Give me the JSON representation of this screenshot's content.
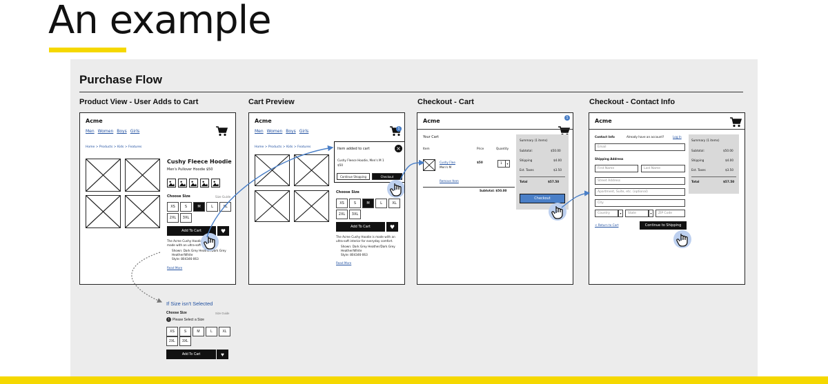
{
  "slide": {
    "title": "An example"
  },
  "flow": {
    "title": "Purchase Flow"
  },
  "colors": {
    "accent_yellow": "#f5d800",
    "link_blue": "#1f4fa0",
    "annotation_blue": "#4a7fc7",
    "canvas_gray": "#ececec",
    "summary_gray": "#d9d9d9"
  },
  "icons": [
    "cart-icon",
    "heart-icon",
    "image-placeholder-icon",
    "pointer-hand-icon",
    "close-icon",
    "warning-icon",
    "dropdown-arrow-icon"
  ],
  "steps": [
    {
      "title": "Product View - User Adds to Cart"
    },
    {
      "title": "Cart Preview"
    },
    {
      "title": "Checkout - Cart"
    },
    {
      "title": "Checkout - Contact Info"
    }
  ],
  "common": {
    "brand": "Acme",
    "nav": [
      "Men",
      "Women",
      "Boys",
      "Girls"
    ],
    "breadcrumb": "Home > Products > Kids > Features"
  },
  "product": {
    "name": "Cushy Fleece Hoodie",
    "subtitle": "Men's Pullover Hoodie  $50",
    "choose_size": "Choose Size",
    "size_guide": "Size Guide",
    "sizes_row1": [
      "XS",
      "S",
      "M",
      "L",
      "XL"
    ],
    "sizes_row2": [
      "2XL",
      "3XL"
    ],
    "selected_size": "M",
    "add_to_cart": "Add To Cart",
    "description_short": "The Acme Cushy Hoodie is made with an ultra-soft interior for everyday comfort.",
    "bullets": [
      "Shown: Dark Grey Heather/Dark Grey Heather/White",
      "Style: 804346-063"
    ],
    "read_more": "Read More"
  },
  "cart_preview": {
    "popup_title": "Item added to cart",
    "item": "Cushy Fleece Hoodie, Men's M   1",
    "price": "$50",
    "continue": "Continue Shopping",
    "checkout": "Checkout",
    "badge": "1"
  },
  "checkout_cart": {
    "your_cart": "Your Cart",
    "headers": {
      "item": "Item",
      "price": "Price",
      "quantity": "Quantity"
    },
    "item_name": "Cushy Flee",
    "item_sub": "Men's M",
    "item_price": "$50",
    "qty": "1",
    "remove": "Remove Item",
    "subtotal_line": "Subtotal: $50.00",
    "summary": {
      "title": "Summary (1 items)",
      "rows": [
        {
          "label": "Subtotal:",
          "value": "$50.00"
        },
        {
          "label": "Shipping",
          "value": "$4.00"
        },
        {
          "label": "Est. Taxes",
          "value": "$3.50"
        }
      ],
      "total_label": "Total",
      "total_value": "$57.50",
      "checkout": "Checkout"
    }
  },
  "contact_info": {
    "section": "Contact Info",
    "account_prompt": "Already have an account?",
    "login": "Log In",
    "email": "Email",
    "shipping_address": "Shipping Address",
    "first_name": "First Name",
    "last_name": "Last Name",
    "street": "Street Address",
    "apartment": "Apartment, Suite, etc. (optional)",
    "city": "City",
    "country": "Country",
    "state": "State",
    "zip": "ZIP Code",
    "return": "< Return to Cart",
    "continue": "Continue to Shipping",
    "summary": {
      "title": "Summary (1 items)",
      "rows": [
        {
          "label": "Subtotal:",
          "value": "$50.00"
        },
        {
          "label": "Shipping",
          "value": "$4.00"
        },
        {
          "label": "Est. Taxes",
          "value": "$3.50"
        }
      ],
      "total_label": "Total",
      "total_value": "$57.50"
    }
  },
  "size_error": {
    "title": "If Size isn't Selected",
    "choose_size": "Choose Size",
    "size_guide": "Size Guide",
    "message": "Please Select a Size",
    "sizes_row1": [
      "XS",
      "S",
      "M",
      "L",
      "XL"
    ],
    "sizes_row2": [
      "2XL",
      "3XL"
    ],
    "add_to_cart": "Add To Cart"
  }
}
